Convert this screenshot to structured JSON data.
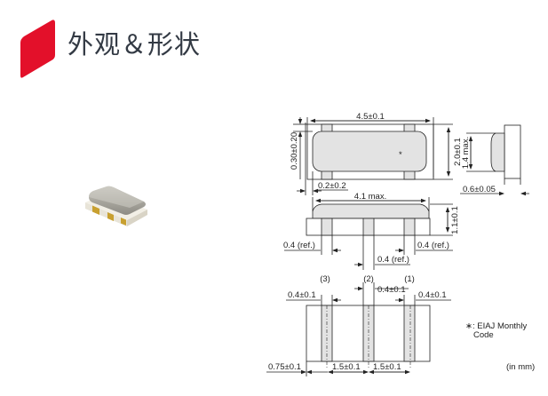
{
  "header": {
    "title": "外观＆形状",
    "accent_color": "#e3102a"
  },
  "photo": {
    "description": "SMD ceramic resonator package photo"
  },
  "drawing": {
    "top_view": {
      "length": "4.5±0.1",
      "width": "2.0±0.1",
      "terminal_offset": "0.30±0.20",
      "cap_offset": "0.2±0.2",
      "marking": "*"
    },
    "side_view_right": {
      "height": "1.4 max.",
      "terminal_thickness": "0.6±0.05"
    },
    "front_view": {
      "cap_length": "4.1 max.",
      "height": "1.1±0.1",
      "left_terminal": "0.4 (ref.)",
      "right_terminal": "0.4 (ref.)",
      "center_terminal": "0.4 (ref.)"
    },
    "bottom_view": {
      "pin_labels": [
        "(3)",
        "(2)",
        "(1)"
      ],
      "left_pad": "0.4±0.1",
      "center_pad": "0.4±0.1",
      "right_pad": "0.4±0.1",
      "edge_offset": "0.75±0.1",
      "pitch_1": "1.5±0.1",
      "pitch_2": "1.5±0.1"
    },
    "notes": {
      "marking_note_line1": "∗: EIAJ Monthly",
      "marking_note_line2": "Code",
      "units": "(in mm)"
    }
  }
}
